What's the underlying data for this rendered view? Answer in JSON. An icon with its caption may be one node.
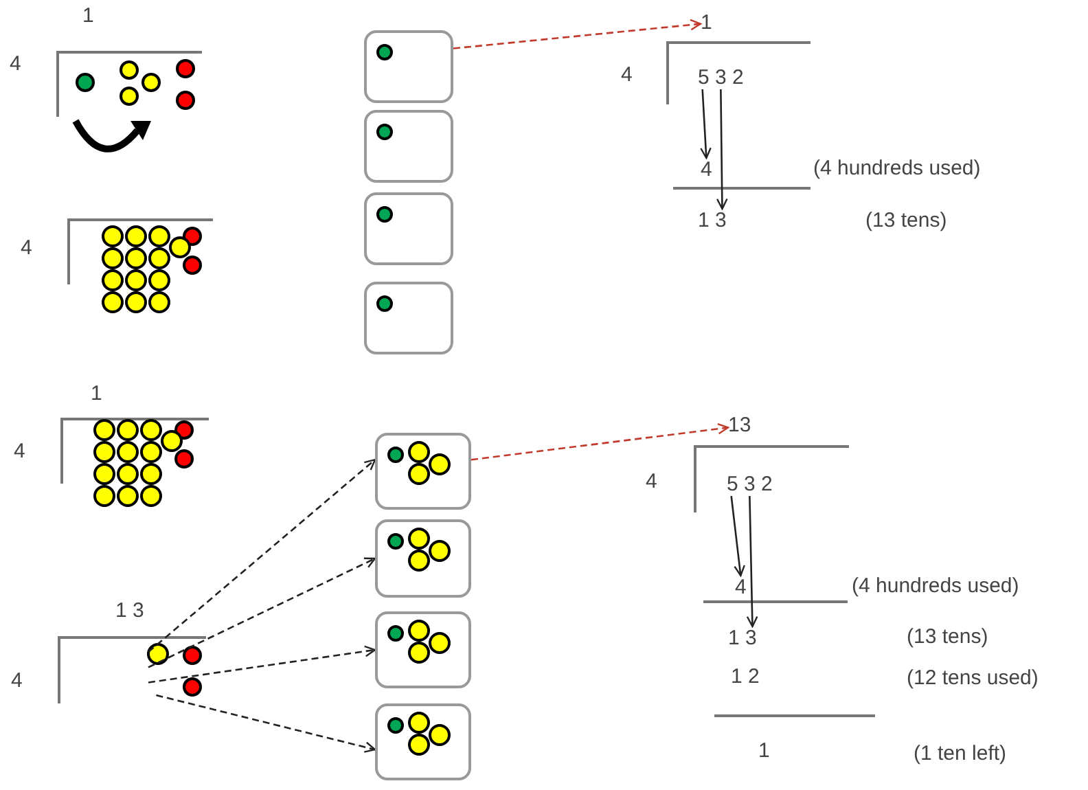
{
  "diagram": {
    "nodes": [
      {
        "text": [],
        "shape": "box"
      },
      {
        "text": [],
        "shape": "box"
      },
      {
        "text": [],
        "shape": "box"
      },
      {
        "text": [],
        "shape": "box"
      },
      {
        "text": [],
        "shape": "box"
      },
      {
        "text": [],
        "shape": "box"
      },
      {
        "text": [],
        "shape": "box"
      },
      {
        "text": [],
        "shape": "box"
      },
      {
        "text": [
          "1"
        ]
      },
      {
        "text": [
          "5 3 2"
        ]
      },
      {
        "text": [
          "4"
        ]
      },
      {
        "text": [
          "1 3"
        ]
      },
      {
        "text": [
          "13"
        ]
      },
      {
        "text": [
          "5 3 2"
        ]
      },
      {
        "text": [
          "4"
        ]
      },
      {
        "text": [
          "1 3"
        ]
      },
      {
        "text": [],
        "shape": "picture"
      }
    ],
    "edges": [
      {
        "from": 0,
        "to": 8,
        "arrow": "to",
        "style": "dashed",
        "color": "#c0392b"
      },
      {
        "from": 9,
        "to": 10,
        "arrow": "to"
      },
      {
        "from": 9,
        "to": 11,
        "arrow": "to"
      },
      {
        "from": 16,
        "to": 4,
        "arrow": "to",
        "style": "dashed"
      },
      {
        "from": 16,
        "to": 5,
        "arrow": "to",
        "style": "dashed"
      },
      {
        "from": 16,
        "to": 6,
        "arrow": "to",
        "style": "dashed"
      },
      {
        "from": 16,
        "to": 7,
        "arrow": "to",
        "style": "dashed"
      },
      {
        "from": 4,
        "to": 12,
        "arrow": "to",
        "style": "dashed",
        "color": "#c0392b"
      },
      {
        "from": 13,
        "to": 14,
        "arrow": "to"
      },
      {
        "from": 13,
        "to": 15,
        "arrow": "to"
      }
    ],
    "labels": [
      "1",
      "4",
      "4",
      "4",
      "(4 hundreds used)",
      "(13 tens)",
      "1",
      "4",
      "1 3",
      "4",
      "4",
      "(4 hundreds used)",
      "(13 tens)",
      "1 2",
      "(12 tens used)",
      "1",
      "(1 ten left)"
    ]
  }
}
